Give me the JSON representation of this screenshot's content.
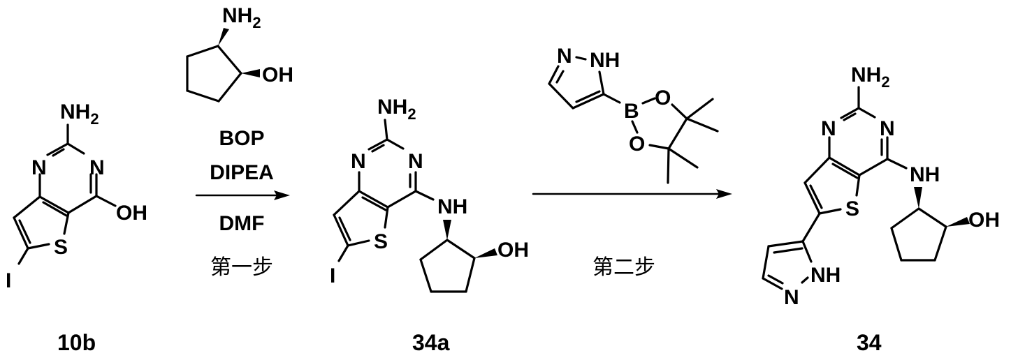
{
  "scheme": {
    "compounds": [
      {
        "id": "10b",
        "label": "10b",
        "atoms": {
          "nh2": "NH",
          "nh2_sub": "2",
          "n1": "N",
          "n3": "N",
          "oh": "OH",
          "s": "S",
          "halogen": "I"
        }
      },
      {
        "id": "34a",
        "label": "34a",
        "atoms": {
          "nh2": "NH",
          "nh2_sub": "2",
          "n1": "N",
          "n3": "N",
          "nh": "NH",
          "oh": "OH",
          "s": "S",
          "halogen": "I"
        }
      },
      {
        "id": "34",
        "label": "34",
        "atoms": {
          "nh2": "NH",
          "nh2_sub": "2",
          "n1": "N",
          "n3": "N",
          "nh": "NH",
          "oh": "OH",
          "s": "S",
          "pyrazole_nh": "NH",
          "pyrazole_n": "N"
        }
      }
    ],
    "steps": [
      {
        "reagent_structure": {
          "nh2": "NH",
          "nh2_sub": "2",
          "oh": "OH"
        },
        "reagents_above": [
          "BOP",
          "DIPEA"
        ],
        "reagents_below": [
          "DMF"
        ],
        "step_label": "第一步"
      },
      {
        "reagent_structure": {
          "n": "N",
          "nh": "NH",
          "b": "B",
          "o1": "O",
          "o2": "O"
        },
        "reagents_above": [],
        "reagents_below": [],
        "step_label": "第二步"
      }
    ]
  },
  "colors": {
    "ink": "#000000",
    "background": "#ffffff"
  }
}
